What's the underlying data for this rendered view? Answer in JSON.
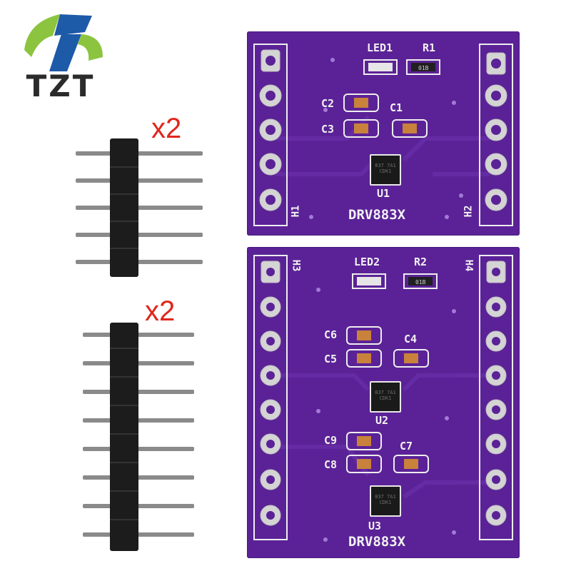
{
  "brand": {
    "name": "TZT",
    "colors": {
      "green": "#8cc43f",
      "blue": "#1d5aa8",
      "text": "#2b2b2b"
    }
  },
  "labels": {
    "quantity_top": "x2",
    "quantity_bottom": "x2"
  },
  "board_top": {
    "h_left": "H1",
    "h_right": "H2",
    "led": "LED1",
    "resistor": "R1",
    "resistor_code": "01B",
    "caps": [
      "C1",
      "C2",
      "C3"
    ],
    "chip": "U1",
    "chip_marking": "837 7A1 CDK1",
    "part": "DRV883X"
  },
  "board_bottom": {
    "h_left": "H3",
    "h_right": "H4",
    "led": "LED2",
    "resistor": "R2",
    "resistor_code": "01B",
    "caps": [
      "C4",
      "C5",
      "C6",
      "C7",
      "C8",
      "C9"
    ],
    "chips": [
      "U2",
      "U3"
    ],
    "chip_marking": "837 7A1 CDK1",
    "part": "DRV883X"
  },
  "colors": {
    "pcb": "#5b2297",
    "silkscreen": "#f2f2f2",
    "pad": "#c9c9c9",
    "header": "#1c1c1c",
    "pin": "#8a8a8a"
  }
}
